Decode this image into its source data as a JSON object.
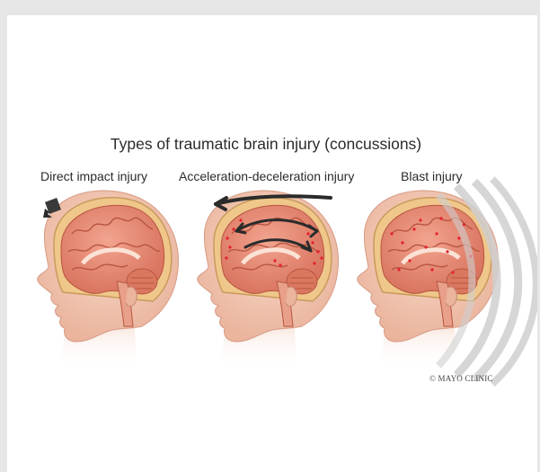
{
  "figure": {
    "title": "Types of traumatic brain injury (concussions)",
    "panels": [
      {
        "label": "Direct impact injury",
        "illustration": "head-with-impact-arrow"
      },
      {
        "label": "Acceleration-deceleration injury",
        "illustration": "head-with-motion-arrows"
      },
      {
        "label": "Blast injury",
        "illustration": "head-with-blast-waves"
      }
    ],
    "credit": "© MAYO CLINIC"
  },
  "colors": {
    "background_frame": "#e6e6e6",
    "panel": "#ffffff",
    "skin": "#f3c7b3",
    "brain": "#e8907a",
    "brain_fold": "#c9604f",
    "injury_dots": "#e4202a",
    "arrow": "#2b2b2b"
  }
}
